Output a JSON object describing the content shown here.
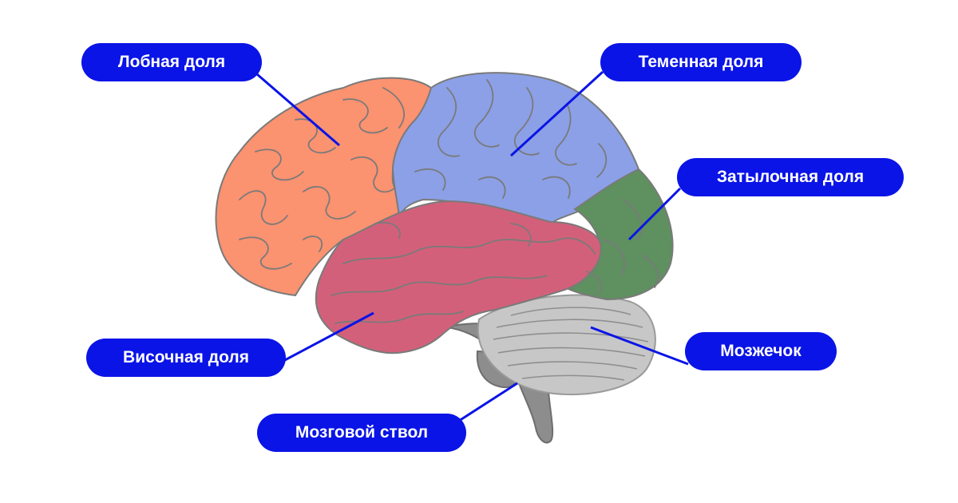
{
  "colors": {
    "label_bg": "#0a14e6",
    "pointer": "#0a14e6",
    "frontal": "#fb9270",
    "parietal": "#8ba0e6",
    "occipital": "#5e9060",
    "temporal": "#d3607a",
    "cerebellum": "#c7c7c7",
    "brainstem": "#8d8d8d",
    "outline": "#7a7a7a"
  },
  "labels": {
    "frontal": "Лобная доля",
    "parietal": "Теменная доля",
    "occipital": "Затылочная доля",
    "temporal": "Височная доля",
    "cerebellum": "Мозжечок",
    "brainstem": "Мозговой ствол"
  }
}
